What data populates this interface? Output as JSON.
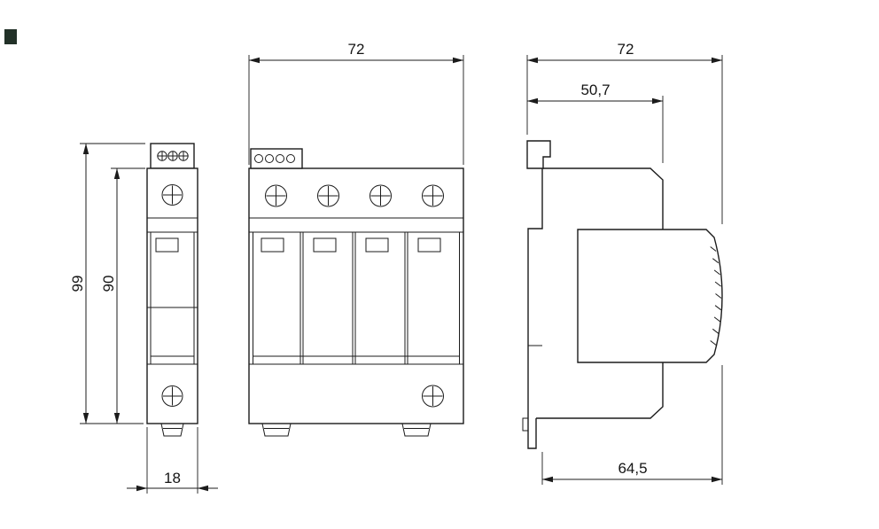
{
  "drawing": {
    "background": "#ffffff",
    "line_color": "#1b1b1b",
    "views": {
      "front_single": {
        "dim_height_outer": "99",
        "dim_height_inner": "90",
        "dim_width": "18"
      },
      "front_multi": {
        "dim_width": "72"
      },
      "side": {
        "dim_width": "72",
        "dim_depth_upper": "50,7",
        "dim_depth_lower": "64,5"
      }
    }
  }
}
